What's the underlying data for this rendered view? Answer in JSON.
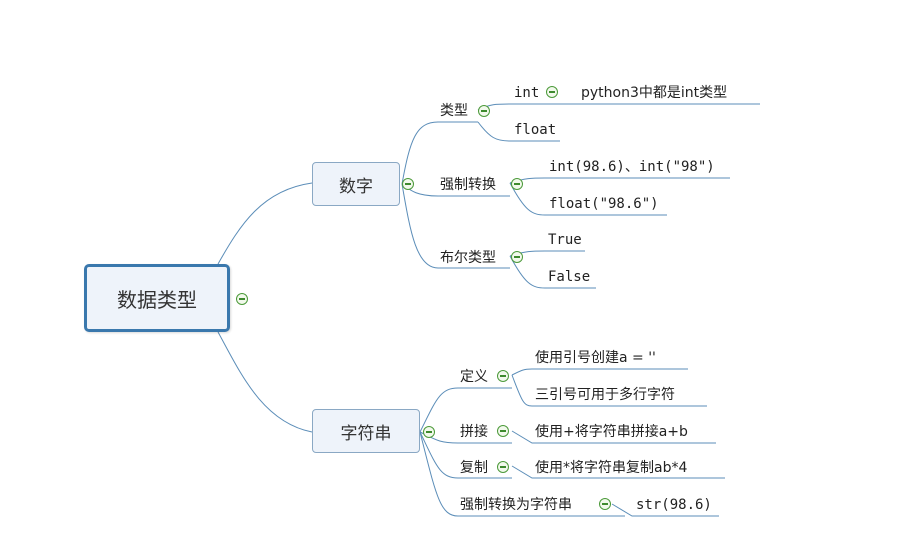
{
  "root": {
    "label": "数据类型"
  },
  "branches": {
    "number": {
      "label": "数字",
      "type": {
        "label": "类型",
        "int": "int",
        "int_note": "python3中都是int类型",
        "float": "float"
      },
      "cast": {
        "label": "强制转换",
        "item1": "int(98.6)、int(\"98\")",
        "item2": "float(\"98.6\")"
      },
      "bool": {
        "label": "布尔类型",
        "true": "True",
        "false": "False"
      }
    },
    "string": {
      "label": "字符串",
      "define": {
        "label": "定义",
        "item1": "使用引号创建a = ''",
        "item2": "三引号可用于多行字符"
      },
      "concat": {
        "label": "拼接",
        "item1": "使用+将字符串拼接a+b"
      },
      "repeat": {
        "label": "复制",
        "item1": "使用*将字符串复制ab*4"
      },
      "cast": {
        "label": "强制转换为字符串",
        "item1": "str(98.6)"
      }
    }
  },
  "colors": {
    "line": "#5b8db8",
    "root_border": "#3a78ad",
    "node_fill": "#eef3fa",
    "collapse": "#4c9a3a"
  },
  "icons": {
    "collapse": "collapse-minus-icon"
  }
}
